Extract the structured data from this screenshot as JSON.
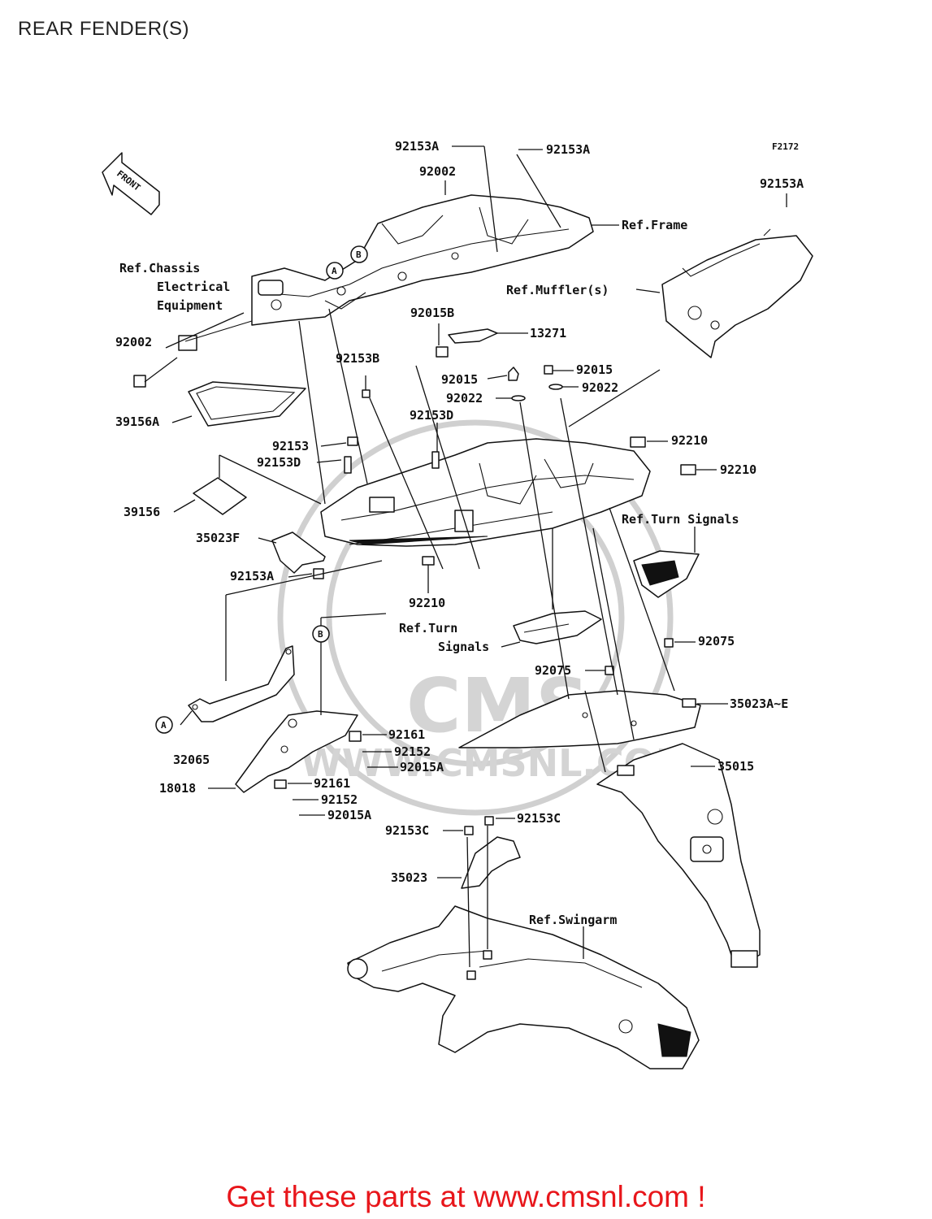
{
  "page_title": "REAR FENDER(S)",
  "figure_code": "F2172",
  "front_arrow_label": "FRONT",
  "callouts": {
    "a": "A",
    "b": "B"
  },
  "watermark": {
    "logo": "CMS",
    "url": "WWW.CMSNL.COM"
  },
  "reference_labels": {
    "frame": "Ref.Frame",
    "chassis_l1": "Ref.Chassis",
    "chassis_l2": "Electrical",
    "chassis_l3": "Equipment",
    "muffler": "Ref.Muffler(s)",
    "turn_signals_upper": "Ref.Turn Signals",
    "turn_signals_l1": "Ref.Turn",
    "turn_signals_l2": "Signals",
    "swingarm": "Ref.Swingarm"
  },
  "part_labels": {
    "p92153A_top_left": "92153A",
    "p92153A_top_right": "92153A",
    "p92002_top": "92002",
    "p92153A_right": "92153A",
    "p92002_left": "92002",
    "p92015B": "92015B",
    "p13271": "13271",
    "p92153B": "92153B",
    "p92015_left": "92015",
    "p92015_right": "92015",
    "p92022_left": "92022",
    "p92022_right": "92022",
    "p39156A": "39156A",
    "p92153D_upper": "92153D",
    "p92153": "92153",
    "p92153D_lower": "92153D",
    "p92210_upper": "92210",
    "p92210_lower": "92210",
    "p39156": "39156",
    "p35023F": "35023F",
    "p92153A_mid": "92153A",
    "p92210_bottom": "92210",
    "p92075_right": "92075",
    "p92075_mid": "92075",
    "p35023A_E": "35023A~E",
    "p32065": "32065",
    "p92161_upper": "92161",
    "p92152_upper": "92152",
    "p92015A_upper": "92015A",
    "p35015": "35015",
    "p18018": "18018",
    "p92161_lower": "92161",
    "p92152_lower": "92152",
    "p92015A_lower": "92015A",
    "p92153C_left": "92153C",
    "p92153C_right": "92153C",
    "p35023": "35023"
  },
  "footer": "Get these parts at www.cmsnl.com !",
  "colors": {
    "footer_text": "#e8161b",
    "line_art": "#111111",
    "watermark": "#d0d0d0"
  }
}
